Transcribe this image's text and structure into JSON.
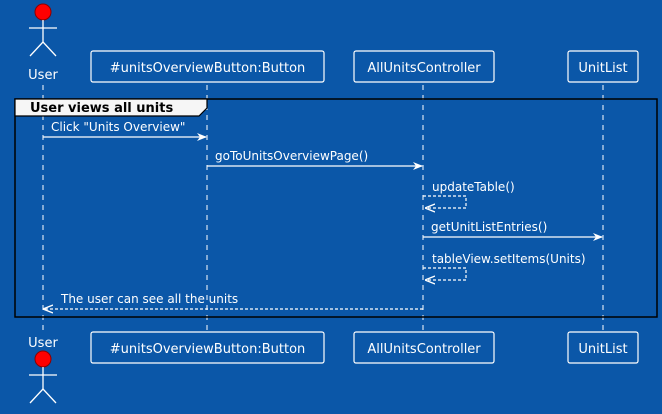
{
  "colors": {
    "background": "#0b57a8",
    "line": "#ffffff",
    "actor_head": "#ff0000",
    "frame_border": "#000000"
  },
  "participants": [
    {
      "id": "user",
      "label": "User",
      "kind": "actor"
    },
    {
      "id": "button",
      "label": "#unitsOverviewButton:Button",
      "kind": "box"
    },
    {
      "id": "controller",
      "label": "AllUnitsController",
      "kind": "box"
    },
    {
      "id": "unitlist",
      "label": "UnitList",
      "kind": "box"
    }
  ],
  "frame": {
    "label": "User views all units"
  },
  "messages": [
    {
      "from": "user",
      "to": "button",
      "label": "Click \"Units Overview\"",
      "style": "solid"
    },
    {
      "from": "button",
      "to": "controller",
      "label": "goToUnitsOverviewPage()",
      "style": "solid"
    },
    {
      "from": "controller",
      "to": "controller",
      "label": "updateTable()",
      "style": "dashed"
    },
    {
      "from": "controller",
      "to": "unitlist",
      "label": "getUnitListEntries()",
      "style": "solid"
    },
    {
      "from": "controller",
      "to": "controller",
      "label": "tableView.setItems(Units)",
      "style": "dashed"
    },
    {
      "from": "controller",
      "to": "user",
      "label": "The user can see all the units",
      "style": "dashed"
    }
  ]
}
